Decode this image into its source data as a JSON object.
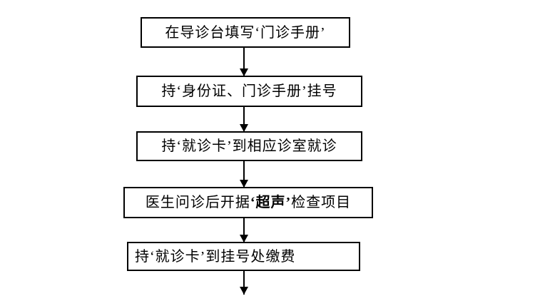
{
  "flowchart": {
    "title_hint": "outpatient-ultrasound-procedure-flowchart",
    "colors": {
      "box_border": "#000000",
      "box_fill": "#ffffff",
      "text": "#000000",
      "arrow": "#000000",
      "page_background": "#ffffff"
    },
    "steps": [
      {
        "text": "在导诊台填写‘门诊手册’"
      },
      {
        "text": "持‘身份证、门诊手册’挂号"
      },
      {
        "text": "持‘就诊卡’到相应诊室就诊"
      },
      {
        "segments": [
          "医生问诊后开据",
          "‘超声’",
          "检查项目"
        ],
        "bold_segment_index": 1
      },
      {
        "text": "持‘就诊卡’到挂号处缴费"
      }
    ]
  }
}
